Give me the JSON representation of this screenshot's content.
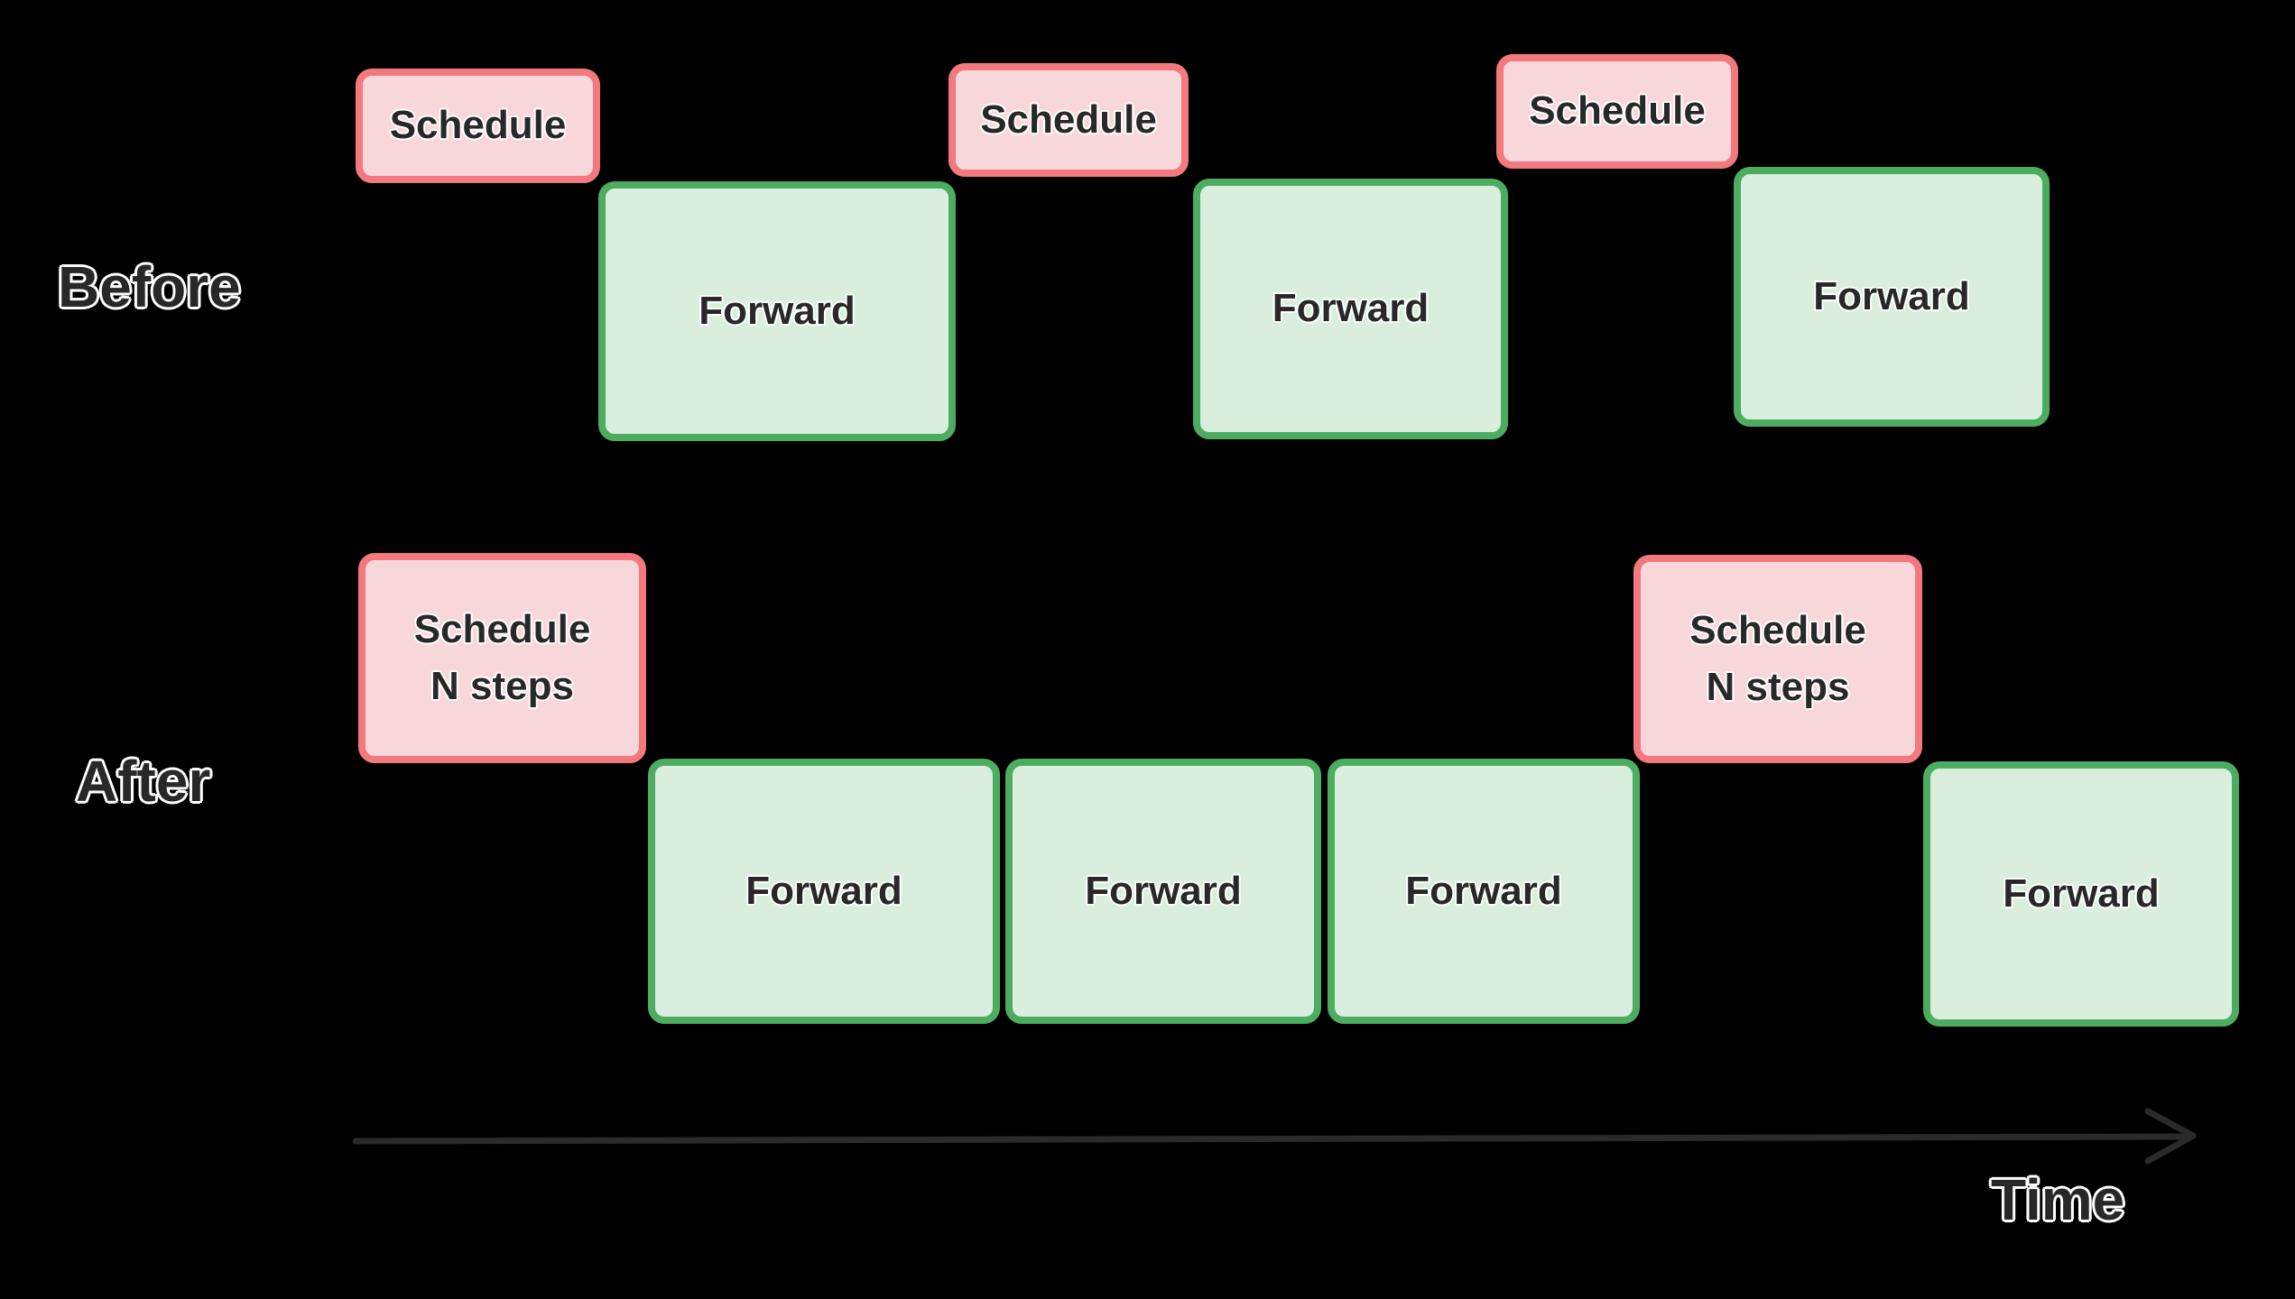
{
  "colors": {
    "canvas_bg": "#000000",
    "schedule_fill": "#f8d7da",
    "schedule_border": "#f3797e",
    "forward_fill": "#d9eedd",
    "forward_border": "#4cad60",
    "label_text": "#282828",
    "label_outline": "#ffffff",
    "arrow_color": "#2a2a2a"
  },
  "rows": {
    "before": {
      "label": "Before",
      "boxes": [
        {
          "type": "schedule",
          "label": "Schedule"
        },
        {
          "type": "forward",
          "label": "Forward"
        },
        {
          "type": "schedule",
          "label": "Schedule"
        },
        {
          "type": "forward",
          "label": "Forward"
        },
        {
          "type": "schedule",
          "label": "Schedule"
        },
        {
          "type": "forward",
          "label": "Forward"
        }
      ]
    },
    "after": {
      "label": "After",
      "boxes": [
        {
          "type": "schedule",
          "lines": [
            "Schedule",
            "N steps"
          ]
        },
        {
          "type": "forward",
          "label": "Forward"
        },
        {
          "type": "forward",
          "label": "Forward"
        },
        {
          "type": "forward",
          "label": "Forward"
        },
        {
          "type": "schedule",
          "lines": [
            "Schedule",
            "N steps"
          ]
        },
        {
          "type": "forward",
          "label": "Forward"
        }
      ]
    }
  },
  "axis": {
    "label": "Time"
  }
}
